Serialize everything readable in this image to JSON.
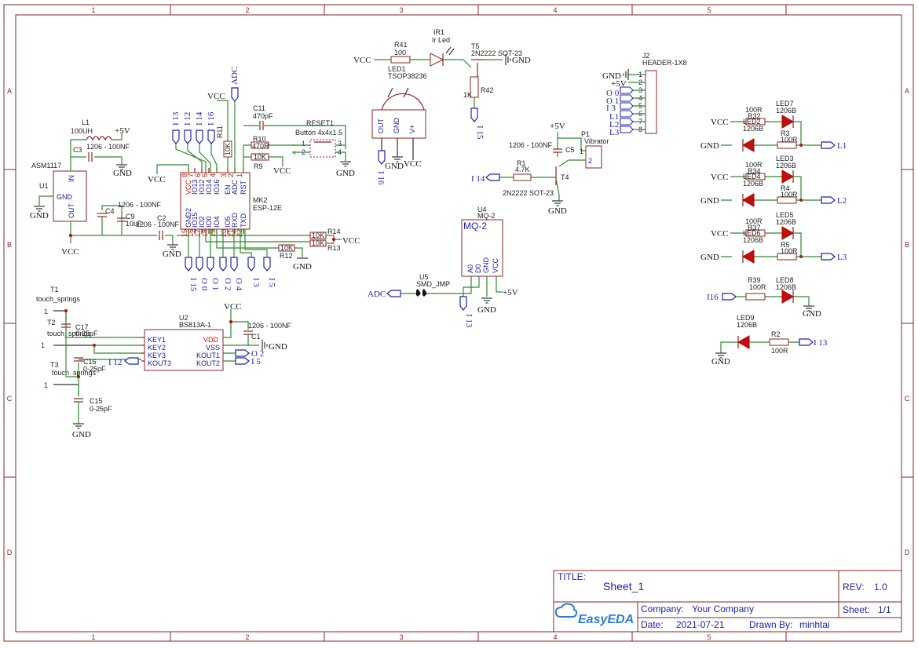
{
  "border": {
    "columns": [
      "1",
      "2",
      "3",
      "4",
      "5"
    ],
    "rows": [
      "A",
      "B",
      "C",
      "D"
    ]
  },
  "title_block": {
    "title_label": "TITLE:",
    "title": "Sheet_1",
    "rev_label": "REV:",
    "rev": "1.0",
    "company_label": "Company:",
    "company": "Your Company",
    "sheet_label": "Sheet:",
    "sheet": "1/1",
    "date_label": "Date:",
    "date": "2021-07-21",
    "drawn_label": "Drawn By:",
    "drawn_by": "minhtai",
    "logo": "EasyEDA"
  },
  "power": {
    "asm1117": {
      "ref": "U1",
      "name": "ASM1117",
      "pin_in": "IN",
      "pin_gnd": "GND",
      "pin_out": "OUT",
      "gnd": "GND",
      "vcc": "VCC"
    },
    "l1": {
      "ref": "L1",
      "value": "100UH",
      "plus5": "+5V"
    },
    "c3": {
      "ref": "C3",
      "value": "1206 - 100NF",
      "gnd": "GND"
    },
    "c4": {
      "ref": "C4",
      "value": "1206 - 100NF"
    },
    "c9": {
      "ref": "C9",
      "value": "10uF"
    },
    "c2": {
      "ref": "C2",
      "value": "1206 - 100NF",
      "gnd": "GND"
    }
  },
  "esp": {
    "ref": "MK2",
    "name": "ESP-12E",
    "top_pins": [
      "VCC",
      "IO13",
      "IO12",
      "IO14",
      "IO16",
      "EN",
      "ADC",
      "RST"
    ],
    "top_nums": [
      "8",
      "7",
      "6",
      "5",
      "4",
      "3",
      "2",
      "1"
    ],
    "bot_pins": [
      "GND2",
      "IO15",
      "IO2",
      "IO0",
      "IO4",
      "IO5",
      "RXD",
      "TXD"
    ],
    "bot_nums": [
      "15",
      "16",
      "17",
      "18",
      "19",
      "20",
      "21",
      "22"
    ],
    "top_nets": [
      "I 13",
      "I 12",
      "I 14",
      "I 16"
    ],
    "bot_nets": [
      "I 15",
      "O 0",
      "O 1",
      "O 2",
      "O 4",
      "I 3",
      "I 5"
    ],
    "vcc": "VCC",
    "adc": "ADC",
    "r11": "R11",
    "r11v": "10K",
    "c11": "C11",
    "c11v": "470pF",
    "r10": "R10",
    "r10v": "470R",
    "r9": "R9",
    "r9v": "10K",
    "reset": "RESET1",
    "reset_v": "Button 4x4x1.5",
    "gnd": "GND",
    "vcc2": "VCC",
    "r14": "R14",
    "r14v": "10K",
    "r13": "R13",
    "r13v": "10K",
    "r12": "R12",
    "r12v": "10K",
    "vcc3": "VCC",
    "gnd2": "GND"
  },
  "ir": {
    "vcc": "VCC",
    "r41": "R41",
    "r41v": "100",
    "ir1": "IR1",
    "ir1v": "Ir Led",
    "t5": "T5",
    "t5v": "2N2222 SOT-23",
    "gnd": "GND",
    "led1": "LED1",
    "led1v": "TSOP38236",
    "pins": [
      "OUT",
      "GND",
      "V+"
    ],
    "net": "I 16",
    "gnd2": "GND",
    "vcc2": "VCC",
    "r42": "R42",
    "r42v": "1K",
    "net2": "I 15"
  },
  "vibrator": {
    "plus5": "+5V",
    "p1": "P1",
    "p1v": "Vibrator",
    "c5": "C5",
    "c5v": "1206 - 100NF",
    "r1": "R1",
    "r1v": "4.7K",
    "t4": "T4",
    "t4v": "2N2222 SOT-23",
    "net": "I 14",
    "gnd": "GND"
  },
  "header": {
    "ref": "J2",
    "name": "HEADER-1X8",
    "gnd": "GND",
    "plus5": "+5V",
    "nets": [
      "O 0",
      "O 1",
      "I 3",
      "L1",
      "L2",
      "L3"
    ],
    "nums": [
      "1",
      "2",
      "3",
      "4",
      "5",
      "6",
      "7",
      "8"
    ]
  },
  "gas": {
    "ref": "U4",
    "name": "MQ-2",
    "title": "MQ-2",
    "pins": [
      "A0",
      "D0",
      "GND",
      "VCC"
    ],
    "u5": "U5",
    "u5v": "SMD_JMP",
    "adc": "ADC",
    "net": "I 13",
    "gnd": "GND",
    "plus5": "+5V"
  },
  "touch": {
    "t1": "T1",
    "t1v": "touch_springs",
    "t2": "T2",
    "t2v": "touch_springs",
    "t3": "T3",
    "t3v": "touch_springs",
    "c17": "C17",
    "c17v": "0-25pF",
    "c16": "C16",
    "c16v": "0-25pF",
    "c15": "C15",
    "c15v": "0-25pF",
    "one": "1",
    "u2": "U2",
    "u2v": "BS813A-1",
    "left_pins": [
      "KEY1",
      "KEY2",
      "KEY3",
      "KOUT3"
    ],
    "right_pins": [
      "VDD",
      "VSS",
      "KOUT1",
      "KOUT2"
    ],
    "vcc": "VCC",
    "c1": "C1",
    "c1v": "1206 - 100NF",
    "gnd": "GND",
    "gnd2": "GND",
    "net_i12": "I 12",
    "net_o2": "O 2",
    "net_i5": "I 5"
  },
  "leds": {
    "vcc": "VCC",
    "gnd": "GND",
    "row1": {
      "r": "R32",
      "rv": "100R",
      "led": "LED7",
      "ledv": "1206B",
      "ledb": "LED2",
      "ledbv": "1206B",
      "r2": "R3",
      "r2v": "100R",
      "net": "L1"
    },
    "row2": {
      "r": "R34",
      "rv": "100R",
      "led": "LED3",
      "ledv": "1206B",
      "ledb": "LED4",
      "ledbv": "1206B",
      "r2": "R4",
      "r2v": "100R",
      "net": "L2"
    },
    "row3": {
      "r": "R37",
      "rv": "100R",
      "led": "LED5",
      "ledv": "1206B",
      "ledb": "LED6",
      "ledbv": "1206B",
      "r2": "R5",
      "r2v": "100R",
      "net": "L3"
    },
    "led8": {
      "r": "R39",
      "rv": "100R",
      "led": "LED8",
      "ledv": "1206B",
      "net": "I16",
      "gnd": "GND"
    },
    "led9": {
      "led": "LED9",
      "ledv": "1206B",
      "r": "R2",
      "rv": "100R",
      "net": "I 13",
      "gnd": "GND"
    }
  }
}
